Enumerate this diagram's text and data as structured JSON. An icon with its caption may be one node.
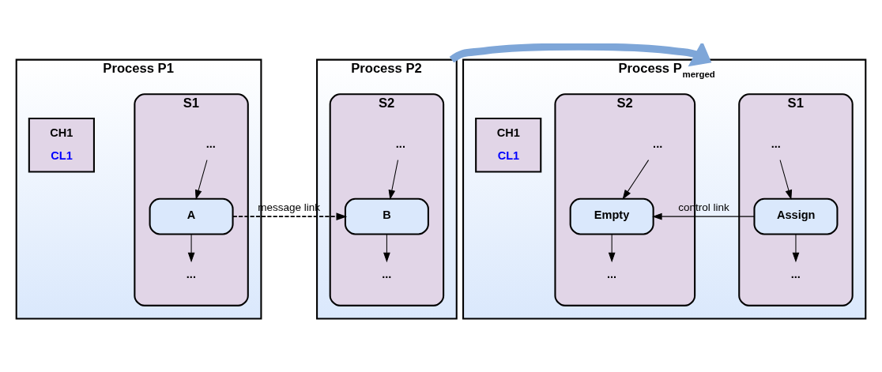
{
  "diagram": {
    "nodes": [
      {
        "text": [
          "Process P1"
        ]
      },
      {
        "text": [
          "S1"
        ],
        "in": 0
      },
      {
        "text": [
          "..."
        ],
        "in": 1
      },
      {
        "text": [
          "A"
        ],
        "in": 1
      },
      {
        "text": [
          "..."
        ],
        "in": 1
      },
      {
        "text": [
          "CH1",
          "CL1"
        ],
        "in": 0
      },
      {
        "text": [
          "Process P2"
        ]
      },
      {
        "text": [
          "S2"
        ],
        "in": 6
      },
      {
        "text": [
          "..."
        ],
        "in": 7
      },
      {
        "text": [
          "B"
        ],
        "in": 7
      },
      {
        "text": [
          "..."
        ],
        "in": 7
      },
      {
        "text": [
          "Process P$_{merged}$"
        ]
      },
      {
        "text": [
          "S1"
        ],
        "in": 11
      },
      {
        "text": [
          "..."
        ],
        "in": 12
      },
      {
        "text": [
          "Assign"
        ],
        "in": 12
      },
      {
        "text": [
          "..."
        ],
        "in": 12
      },
      {
        "text": [
          "CH1",
          "CL1"
        ],
        "in": 11
      },
      {
        "text": [
          "S2"
        ],
        "in": 11
      },
      {
        "text": [
          "..."
        ],
        "in": 17
      },
      {
        "text": [
          "Empty"
        ],
        "in": 17
      },
      {
        "text": [
          "..."
        ],
        "in": 17
      }
    ],
    "edges": [
      {
        "from": 2,
        "to": 3,
        "arrow": "to"
      },
      {
        "from": 3,
        "to": 4,
        "arrow": "to"
      },
      {
        "from": 3,
        "to": 9,
        "arrow": "to",
        "label": "message link",
        "style": "dashed"
      },
      {
        "from": 8,
        "to": 9,
        "arrow": "to"
      },
      {
        "from": 9,
        "to": 10,
        "arrow": "to"
      },
      {
        "from": 6,
        "to": 11,
        "arrow": "to",
        "style": "thick",
        "color": "#7ea6d8"
      },
      {
        "from": 13,
        "to": 14,
        "arrow": "to"
      },
      {
        "from": 14,
        "to": 15,
        "arrow": "to"
      },
      {
        "from": 14,
        "to": 19,
        "arrow": "to",
        "label": "control link"
      },
      {
        "from": 18,
        "to": 19,
        "arrow": "to"
      },
      {
        "from": 19,
        "to": 20,
        "arrow": "to"
      }
    ]
  }
}
